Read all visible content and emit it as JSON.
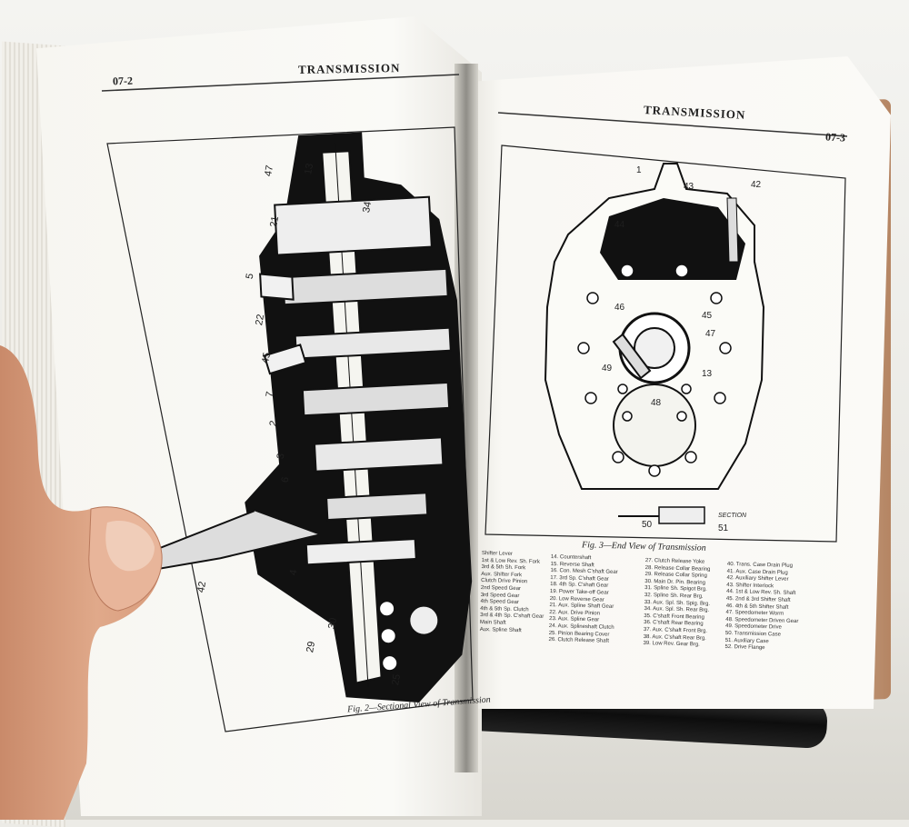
{
  "left_page": {
    "page_number": "07-2",
    "header": "TRANSMISSION",
    "caption": "Fig. 2—Sectional View of Transmission"
  },
  "right_page": {
    "page_number": "07-3",
    "header": "TRANSMISSION",
    "caption": "Fig. 3—End View of Transmission",
    "section_label": "SECTION",
    "callouts": [
      "1",
      "43",
      "42",
      "44",
      "46",
      "45",
      "47",
      "49",
      "13",
      "48",
      "50",
      "51"
    ],
    "legend_col1": [
      "Shifter Lever",
      "1st & Low Rev. Sh. Fork",
      "3rd & 5th Sh. Fork",
      "Aux. Shifter Fork",
      "Clutch Drive Pinion",
      "2nd Speed Gear",
      "3rd Speed Gear",
      "4th Speed Gear",
      "4th & 5th Sp. Clutch",
      "3rd & 4th Sp. C'shaft Gear",
      "Main Shaft",
      "Aux. Spline Shaft"
    ],
    "legend_col2": [
      "14. Countershaft",
      "15. Reverse Shaft",
      "16. Con. Mesh C'shaft Gear",
      "17. 3rd Sp. C'shaft Gear",
      "18. 4th Sp. C'shaft Gear",
      "19. Power Take-off Gear",
      "20. Low Reverse Gear",
      "21. Aux. Spline Shaft Gear",
      "22. Aux. Drive Pinion",
      "23. Aux. Spline Gear",
      "24. Aux. Splineshaft Clutch",
      "25. Pinion Bearing Cover",
      "26. Clutch Release Shaft"
    ],
    "legend_col3": [
      "27. Clutch Release Yoke",
      "28. Release Collar Bearing",
      "29. Release Collar Spring",
      "30. Main Dr. Pin. Bearing",
      "31. Spline Sh. Spigot Brg.",
      "32. Spline Sh. Rear Brg.",
      "33. Aux. Spl. Sh. Spig. Brg.",
      "34. Aux. Spl. Sh. Rear Brg.",
      "35. C'shaft Front Bearing",
      "36. C'shaft Rear Bearing",
      "37. Aux. C'shaft Front Brg.",
      "38. Aux. C'shaft Rear Brg.",
      "39. Low Rev. Gear Brg."
    ],
    "legend_col4": [
      "40. Trans. Case Drain Plug",
      "41. Aux. Case Drain Plug",
      "42. Auxiliary Shifter Lever",
      "43. Shifter Interlock",
      "44. 1st & Low Rev. Sh. Shaft",
      "45. 2nd & 3rd Shifter Shaft",
      "46. 4th & 5th Shifter Shaft",
      "47. Speedometer Worm",
      "48. Speedometer Driven Gear",
      "49. Speedometer Drive",
      "50. Transmission Case",
      "51. Auxiliary Case",
      "52. Drive Flange"
    ]
  },
  "left_callouts": [
    "47",
    "13",
    "21",
    "5",
    "22",
    "45",
    "7",
    "2",
    "3",
    "6",
    "42",
    "30",
    "29",
    "4",
    "25",
    "34"
  ],
  "colors": {
    "page": "#fafaf7",
    "ink": "#111111",
    "cover": "#b58563"
  }
}
